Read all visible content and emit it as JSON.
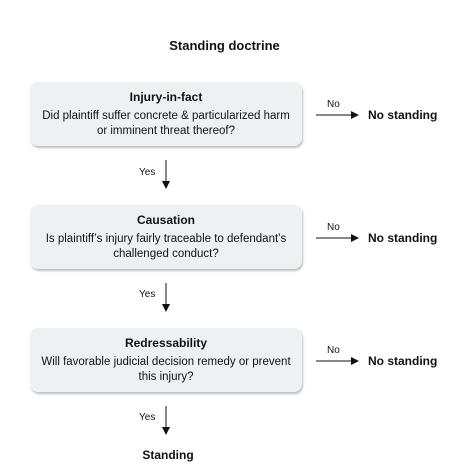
{
  "title": "Standing doctrine",
  "steps": [
    {
      "heading": "Injury-in-fact",
      "question": "Did plaintiff suffer concrete & particularized harm or imminent threat thereof?",
      "no_label": "No",
      "no_outcome": "No standing",
      "yes_label": "Yes"
    },
    {
      "heading": "Causation",
      "question": "Is plaintiff’s injury fairly traceable to defendant’s challenged conduct?",
      "no_label": "No",
      "no_outcome": "No standing",
      "yes_label": "Yes"
    },
    {
      "heading": "Redressability",
      "question": "Will favorable judicial decision remedy or prevent this injury?",
      "no_label": "No",
      "no_outcome": "No standing",
      "yes_label": "Yes"
    }
  ],
  "final_outcome": "Standing"
}
